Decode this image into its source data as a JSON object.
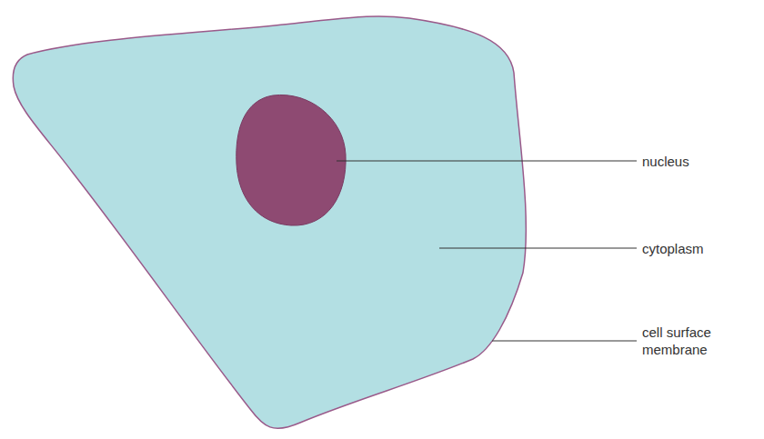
{
  "diagram": {
    "labels": [
      "nucleus",
      "cytoplasm",
      "cell surface membrane"
    ]
  }
}
